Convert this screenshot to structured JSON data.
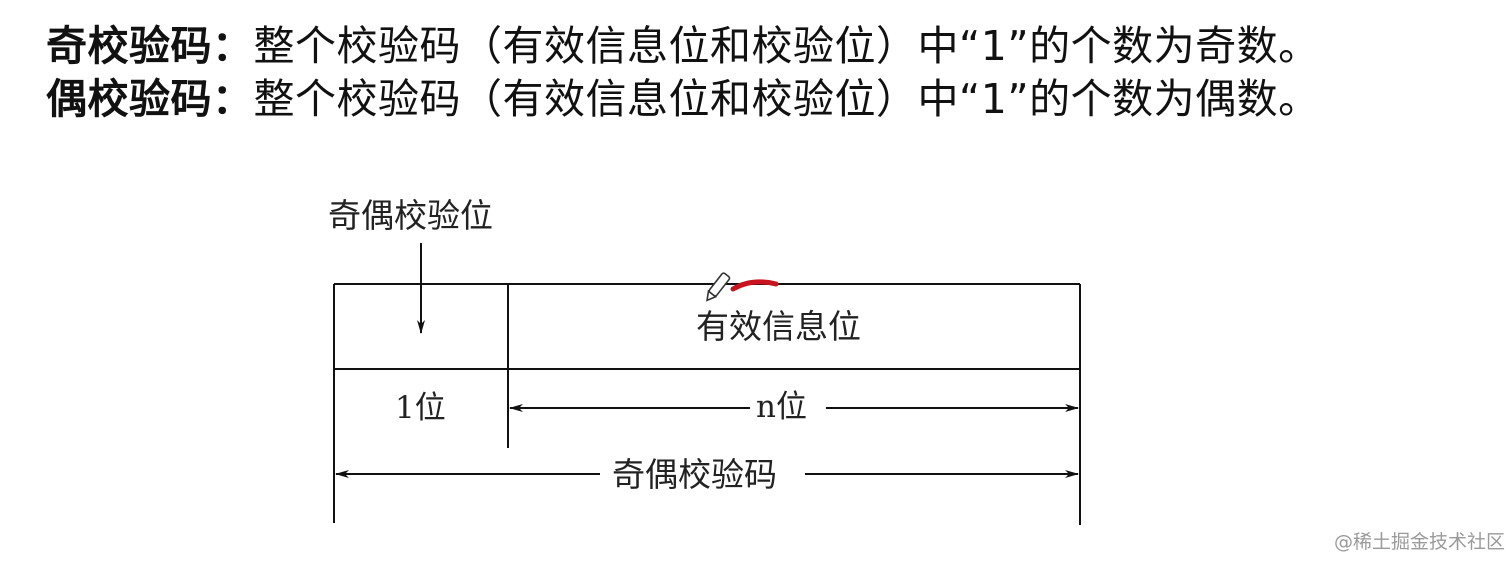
{
  "definitions": [
    {
      "term": "奇校验码：",
      "text": "整个校验码（有效信息位和校验位）中“1”的个数为奇数。"
    },
    {
      "term": "偶校验码：",
      "text": "整个校验码（有效信息位和校验位）中“1”的个数为偶数。"
    }
  ],
  "diagram": {
    "parity_bit_label": "奇偶校验位",
    "info_bits_label": "有效信息位",
    "parity_width_label": "1位",
    "info_width_label": "n位",
    "total_label": "奇偶校验码",
    "annotation_colors": {
      "pen_stroke": "#c8141e",
      "line": "#111111"
    }
  },
  "watermark": "@稀土掘金技术社区"
}
